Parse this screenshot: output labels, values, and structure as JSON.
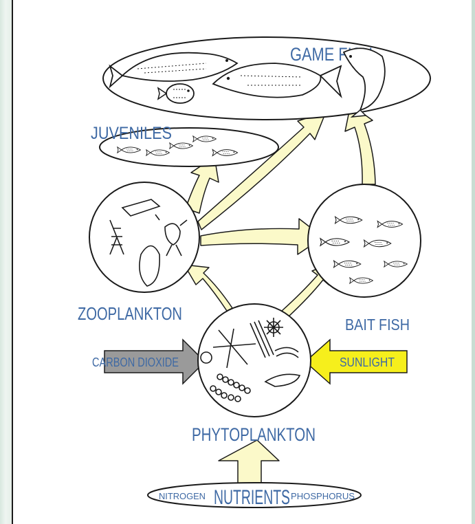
{
  "labels": {
    "game_fish": "GAME FISH",
    "juveniles": "JUVENILES",
    "zooplankton": "ZOOPLANKTON",
    "bait_fish": "BAIT FISH",
    "carbon_dioxide": "CARBON DIOXIDE",
    "sunlight": "SUNLIGHT",
    "phytoplankton": "PHYTOPLANKTON",
    "nitrogen": "NITROGEN",
    "nutrients": "NUTRIENTS",
    "phosphorus": "PHOSPHORUS"
  },
  "colors": {
    "label_blue": "#3e69a4",
    "flow_arrow_fill": "#fbf9c9",
    "sunlight_arrow": "#f6ef1c",
    "carbon_arrow": "#9a9a9a",
    "outline": "#1a1a1a"
  }
}
